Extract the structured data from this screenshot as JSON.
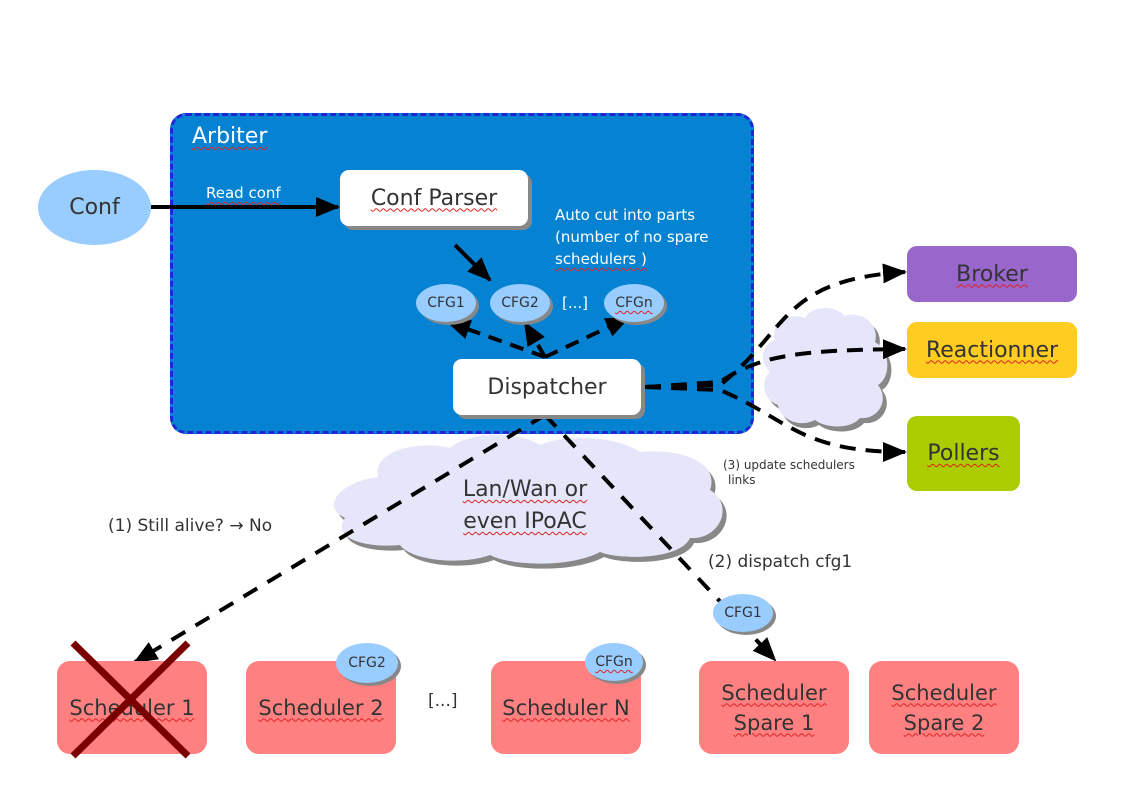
{
  "diagram": {
    "arbiter": {
      "title": "Arbiter",
      "color": "#0583d2",
      "border_color": "#2323d8"
    },
    "conf": {
      "label": "Conf"
    },
    "read_conf_label": "Read conf",
    "conf_parser": {
      "label": "Conf Parser"
    },
    "auto_cut_note": [
      "Auto cut into parts",
      "(number of no spare",
      "schedulers )"
    ],
    "cfg_parts": [
      "CFG1",
      "CFG2",
      "[...]",
      "CFGn"
    ],
    "dispatcher": {
      "label": "Dispatcher"
    },
    "network_cloud": {
      "lines": [
        "Lan/Wan or",
        "even IPoAC"
      ],
      "color": "#e6e6fa"
    },
    "satellites": [
      {
        "label": "Broker",
        "color": "#9966cc"
      },
      {
        "label": "Reactionner",
        "color": "#ffcc22"
      },
      {
        "label": "Pollers",
        "color": "#aacc00"
      }
    ],
    "step_labels": {
      "still_alive": "(1) Still alive? → No",
      "dispatch": "(2) dispatch cfg1",
      "update_links": [
        "(3) update schedulers",
        "links"
      ]
    },
    "dispatched_cfg": "CFG1",
    "schedulers": [
      {
        "label": "Scheduler 1",
        "status": "dead",
        "cfg": ""
      },
      {
        "label": "Scheduler 2",
        "status": "alive",
        "cfg": "CFG2"
      },
      {
        "label": "[...]",
        "status": "ellipsis",
        "cfg": ""
      },
      {
        "label": "Scheduler N",
        "status": "alive",
        "cfg": "CFGn"
      },
      {
        "label": "Scheduler Spare 1",
        "lines": [
          "Scheduler",
          "Spare 1"
        ],
        "status": "spare",
        "cfg": ""
      },
      {
        "label": "Scheduler Spare 2",
        "lines": [
          "Scheduler",
          "Spare 2"
        ],
        "status": "spare",
        "cfg": ""
      }
    ],
    "scheduler_color": "#ff8080",
    "dead_cross_color": "#7a0000"
  }
}
